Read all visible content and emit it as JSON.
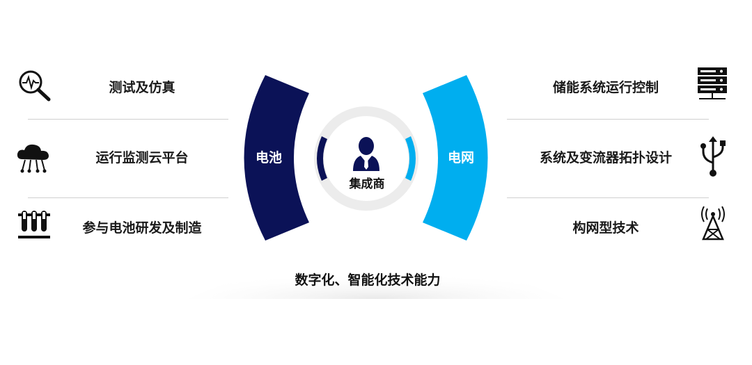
{
  "center": {
    "label": "集成商",
    "icon": "person-icon"
  },
  "left_arc": {
    "label": "电池",
    "color": "#0b1257"
  },
  "right_arc": {
    "label": "电网",
    "color": "#00aeef"
  },
  "left_items": [
    {
      "label": "测试及仿真",
      "icon": "magnifier-pulse-icon"
    },
    {
      "label": "运行监测云平台",
      "icon": "cloud-network-icon"
    },
    {
      "label": "参与电池研发及制造",
      "icon": "test-tubes-icon"
    }
  ],
  "right_items": [
    {
      "label": "储能系统运行控制",
      "icon": "server-rack-icon"
    },
    {
      "label": "系统及变流器拓扑设计",
      "icon": "usb-icon"
    },
    {
      "label": "构网型技术",
      "icon": "signal-tower-icon"
    }
  ],
  "bottom": {
    "label": "数字化、智能化技术能力"
  }
}
